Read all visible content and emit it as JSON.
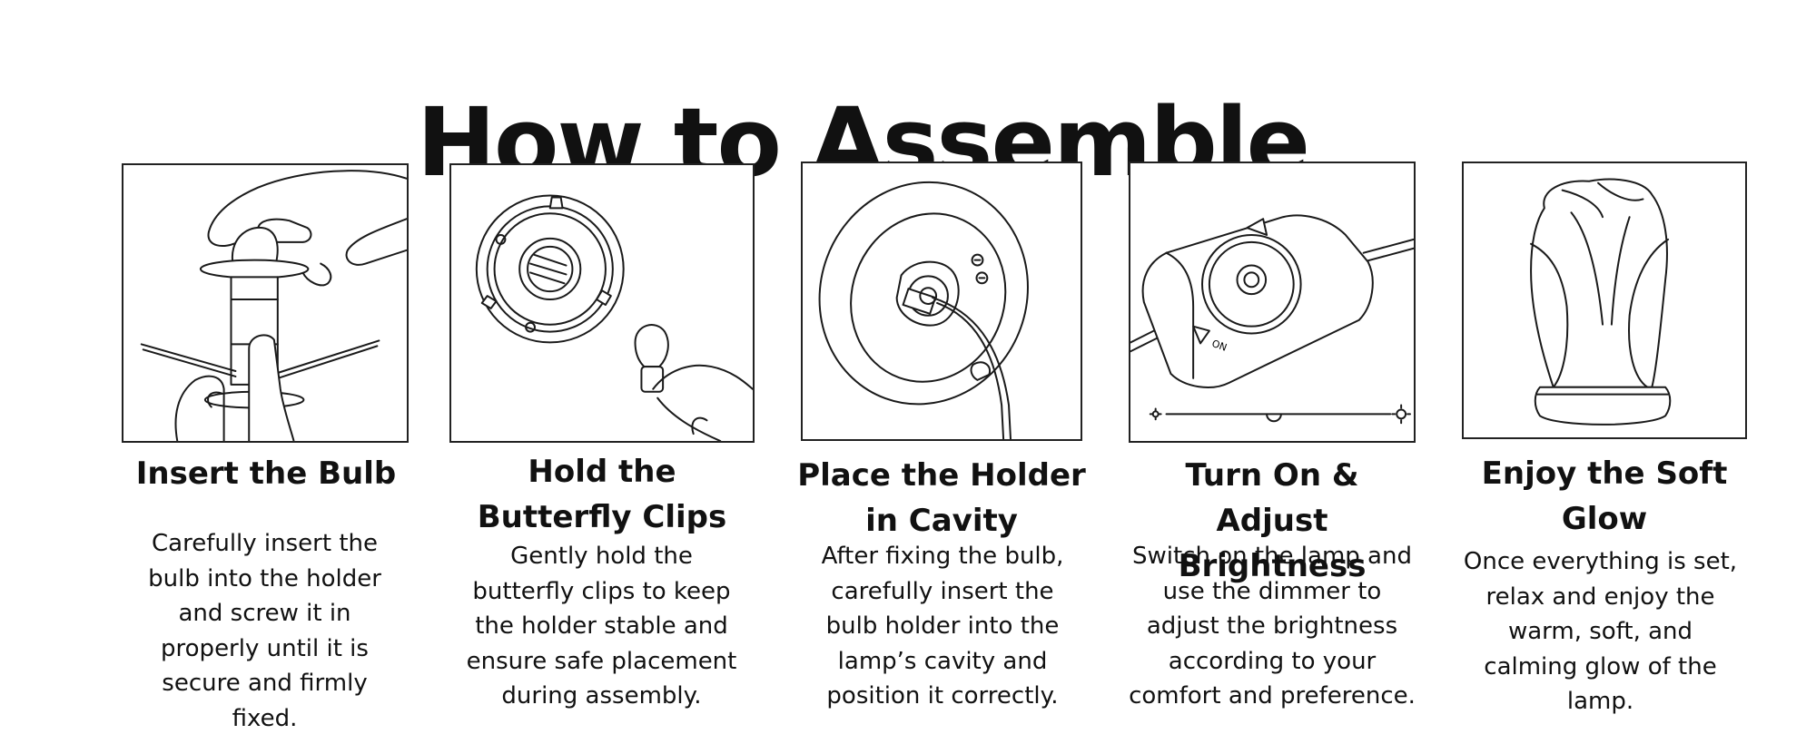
{
  "title": "How to Assemble",
  "steps": [
    {
      "title": "Insert the Bulb",
      "description": "Carefully insert the bulb into the holder and screw it in properly until it is secure and firmly fixed.",
      "illustration": "hand-inserting-bulb-illustration"
    },
    {
      "title": "Hold the Butterfly Clips",
      "description": "Gently hold the butterfly clips to keep the holder stable and ensure safe placement during assembly.",
      "illustration": "butterfly-clip-holder-illustration"
    },
    {
      "title": "Place the Holder in Cavity",
      "description": "After fixing the bulb, carefully insert the bulb holder into the lamp’s cavity and position it correctly.",
      "illustration": "holder-in-cavity-illustration"
    },
    {
      "title": "Turn On & Adjust Brightness",
      "description": "Switch on the lamp and use the dimmer to adjust the brightness according to your comfort and preference.",
      "illustration": "dimmer-switch-illustration"
    },
    {
      "title": "Enjoy the Soft Glow",
      "description": "Once everything is set, relax and enjoy the warm, soft, and calming glow of the lamp.",
      "illustration": "rose-lamp-illustration"
    }
  ],
  "dimmer": {
    "on_label": "ON"
  }
}
